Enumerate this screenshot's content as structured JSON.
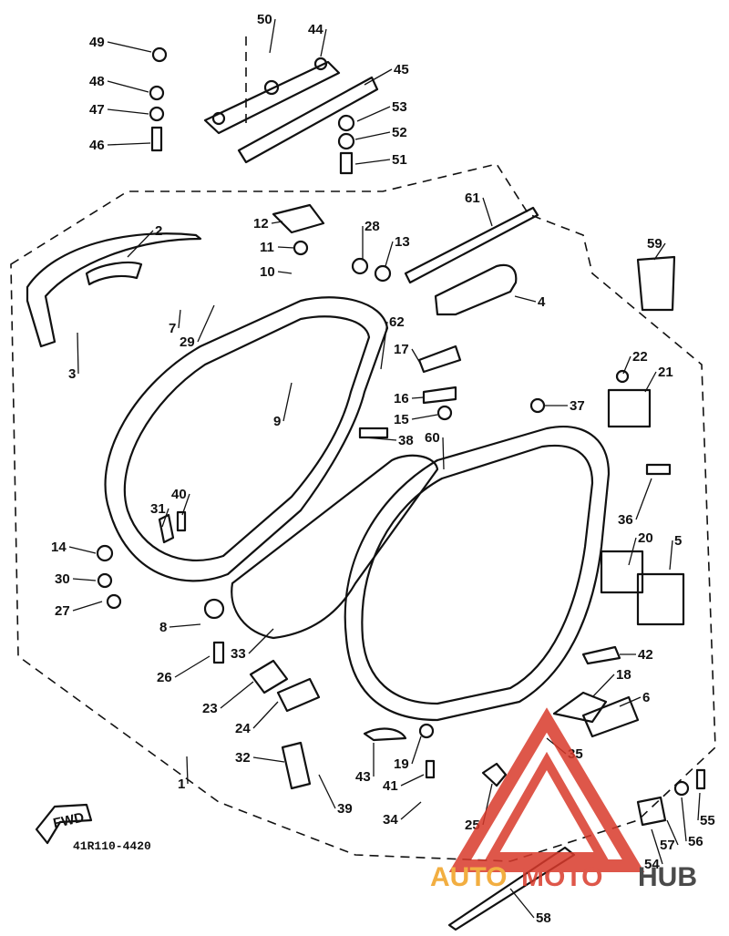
{
  "diagram": {
    "part_code": "41R110-4420",
    "fwd_label": "FWD",
    "watermark": {
      "text_auto": "AUTO",
      "text_moto": "MOTO",
      "text_hub": "HUB",
      "color_orange": "#f0a020",
      "color_red": "#d93a2b",
      "color_dark": "#2b2b2b"
    },
    "callouts": [
      "1",
      "2",
      "3",
      "4",
      "5",
      "6",
      "7",
      "8",
      "9",
      "10",
      "11",
      "12",
      "13",
      "14",
      "15",
      "16",
      "17",
      "18",
      "19",
      "20",
      "21",
      "22",
      "23",
      "24",
      "25",
      "26",
      "27",
      "28",
      "29",
      "30",
      "31",
      "32",
      "33",
      "34",
      "35",
      "36",
      "37",
      "38",
      "39",
      "40",
      "41",
      "42",
      "43",
      "44",
      "45",
      "46",
      "47",
      "48",
      "49",
      "50",
      "51",
      "52",
      "53",
      "54",
      "55",
      "56",
      "57",
      "58",
      "59",
      "60",
      "61",
      "62"
    ]
  }
}
